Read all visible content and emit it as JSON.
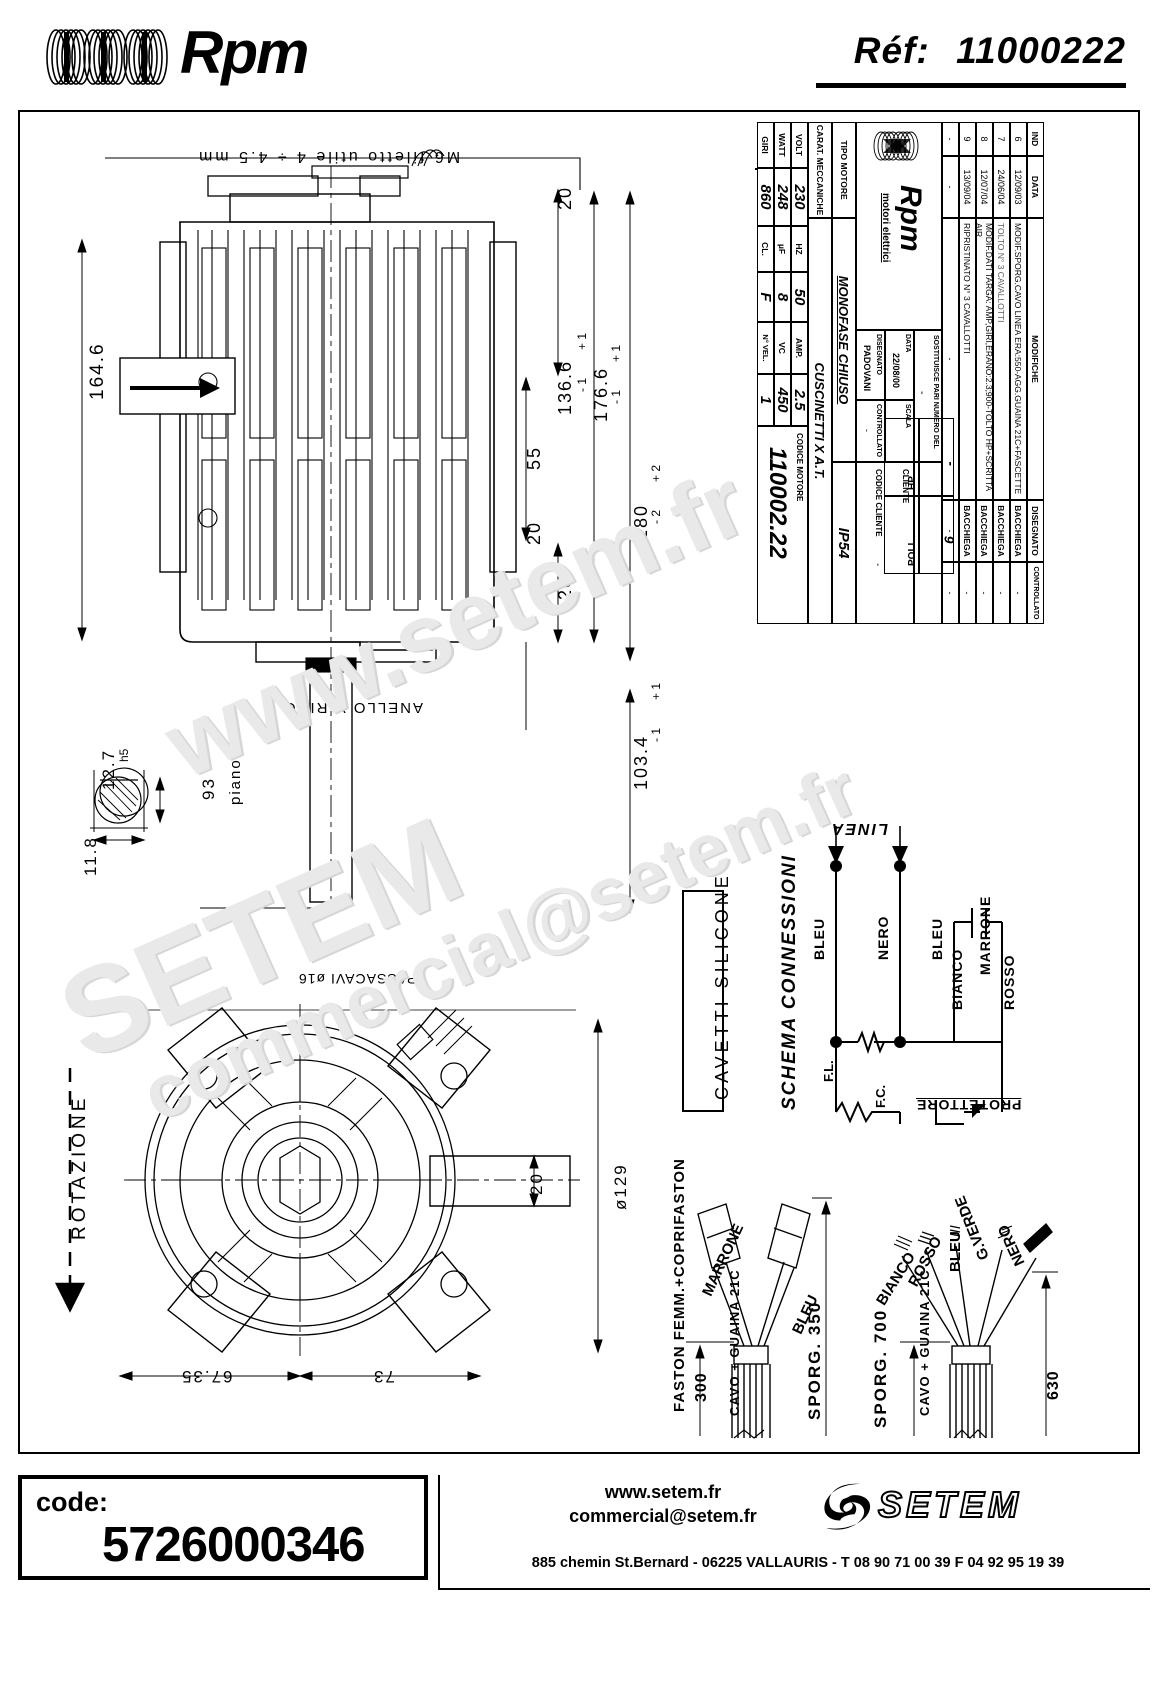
{
  "header": {
    "logo_text": "Rpm",
    "logo_icon": "coil-springs-icon",
    "ref_label": "Réf:",
    "ref_value": "11000222"
  },
  "watermarks": [
    "www.setem.fr",
    "SETEM",
    "commercial@setem.fr"
  ],
  "drawing": {
    "top_note": "M6 filetto utile 4 ÷ 4.5 mm",
    "side_view": {
      "dims": [
        "164.6",
        "136.6",
        "176.6",
        "280",
        "55",
        "20",
        "20",
        "20",
        "103.4"
      ],
      "tolerances": [
        "+ 1 - 1",
        "+ 1 - 1",
        "+ 2 - 2",
        "+ 1 - 1"
      ],
      "v_ring_note": "ANELLO V-RING",
      "cable_gland_note": "PASSACAVI ø16"
    },
    "shaft": {
      "dim_h5": "12.7",
      "tol_h5": "h5",
      "dim_width": "11.8",
      "dim_len": "93",
      "flat_note": "piano"
    },
    "front_view": {
      "rotation_label": "ROTAZIONE",
      "dims": [
        "ø129",
        "67.35",
        "73",
        "20"
      ]
    }
  },
  "title_block": {
    "revisions": {
      "columns": [
        "IND",
        "DATA",
        "MODIFICHE",
        "DISEGNATO",
        "CONTROLLATO"
      ],
      "rows": [
        {
          "ind": "-",
          "data": "-",
          "mod": "-",
          "dis": "-",
          "ctrl": "-"
        },
        {
          "ind": "9",
          "data": "13/09/04",
          "mod": "RIPRISTINATO N° 3 CAVALLOTTI",
          "dis": "BACCHIEGA",
          "ctrl": "-"
        },
        {
          "ind": "8",
          "data": "12/07/04",
          "mod": "MODIF.DATI TARGA: AMP,GIRI,ERANO:2.3;900-TOLTO HP+SCRITTA AIR",
          "dis": "BACCHIEGA",
          "ctrl": "-"
        },
        {
          "ind": "7",
          "data": "24/06/04",
          "mod": "TOLTO N° 3 CAVALLOTTI",
          "dis": "BACCHIEGA",
          "ctrl": "-"
        },
        {
          "ind": "6",
          "data": "12/09/03",
          "mod": "MODIF.SPORG.CAVO LINEA ERA:550-AGG.GUAINA 21C+FASCETTE",
          "dis": "BACCHIEGA",
          "ctrl": "-"
        }
      ]
    },
    "company": {
      "name": "Rpm",
      "subtitle": "motori elettrici",
      "logo_icon": "coil-springs-icon"
    },
    "meta": {
      "sostituisce_label": "SOSTITUISCE PARI NUMERO DEL",
      "sostituisce_value": "-",
      "scala_label": "SCALA",
      "scala_value": "",
      "data_label": "DATA",
      "data_value": "22/08/00",
      "disegnato_label": "DISEGNATO",
      "disegnato_value": "PADOVANI",
      "controllato_label": "CONTROLLATO",
      "controllato_value": "-"
    },
    "specs": {
      "tipo_motore_label": "TIPO MOTORE",
      "tipo_motore_value": "MONOFASE CHIUSO",
      "carat_label": "CARAT. MECCANICHE",
      "carat_value": "CUSCINETTI X A.T.",
      "ip_value": "IP54",
      "rows": [
        {
          "label": "VOLT",
          "value": "230",
          "label2": "HZ",
          "value2": "50",
          "label3": "AMP.",
          "value3": "2.5"
        },
        {
          "label": "WATT",
          "value": "248",
          "label2": "µF",
          "value2": "8",
          "label3": "VC",
          "value3": "450"
        },
        {
          "label": "GIRI",
          "value": "860",
          "label2": "CL.",
          "value2": "F",
          "label3": "N° VEL.",
          "value3": "1"
        }
      ],
      "hp_label": "HP",
      "hp_value": "-",
      "poli_label": "POLI",
      "poli_value": "6",
      "cliente_label": "CLIENTE",
      "cliente_value": "",
      "codice_cliente_label": "CODICE CLIENTE",
      "codice_cliente_value": "-",
      "codice_motore_label": "CODICE MOTORE",
      "codice_motore_value": "110002.22"
    }
  },
  "wiring": {
    "title": "SCHEMA CONNESSIONI",
    "line_label": "LINEA",
    "wires": [
      "BLEU",
      "NERO",
      "BLEU",
      "MARRONE",
      "BIANCO",
      "ROSSO"
    ],
    "fl_label": "F.L.",
    "fc_label": "F.C.",
    "protector_label": "PROTETTORE",
    "cap_icon": "capacitor-icon"
  },
  "cables": {
    "box_label": "CAVETTI SILICONE",
    "bundle1": {
      "title": "FASTON FEMM.+COPRIFASTON",
      "wires": [
        "MARRONE",
        "BLEU"
      ],
      "sporg": "SPORG. 350",
      "len": "300",
      "sheath": "CAVO + GUAINA 21C"
    },
    "bundle2": {
      "wires": [
        "BIANCO",
        "ROSSO",
        "BLEU",
        "G.VERDE",
        "NERO"
      ],
      "sporg": "SPORG. 700",
      "len": "630",
      "sheath": "CAVO + GUAINA 21C"
    }
  },
  "footer": {
    "code_label": "code:",
    "code_value": "5726000346",
    "website": "www.setem.fr",
    "email": "commercial@setem.fr",
    "address": "885 chemin St.Bernard  -  06225 VALLAURIS  -  T 08 90 71 00 39   F 04 92 95 19 39",
    "brand": "SETEM",
    "brand_icon": "setem-swirl-icon"
  }
}
